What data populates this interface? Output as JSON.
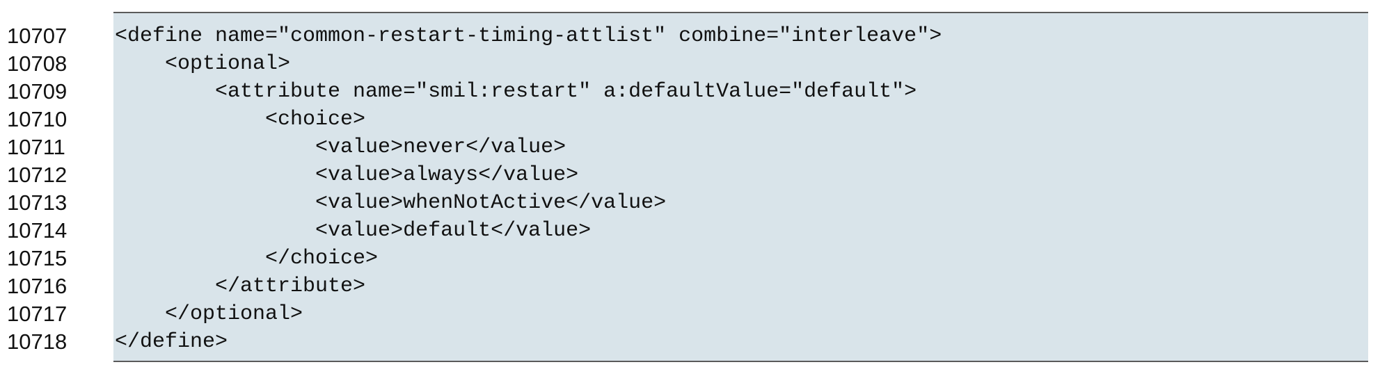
{
  "document": {
    "line_numbers": [
      "10707",
      "10708",
      "10709",
      "10710",
      "10711",
      "10712",
      "10713",
      "10714",
      "10715",
      "10716",
      "10717",
      "10718"
    ],
    "code_lines": [
      "<define name=\"common-restart-timing-attlist\" combine=\"interleave\">",
      "    <optional>",
      "        <attribute name=\"smil:restart\" a:defaultValue=\"default\">",
      "            <choice>",
      "                <value>never</value>",
      "                <value>always</value>",
      "                <value>whenNotActive</value>",
      "                <value>default</value>",
      "            </choice>",
      "        </attribute>",
      "    </optional>",
      "</define>"
    ],
    "colors": {
      "code_background": "#d9e4ea",
      "rule": "#5a5a5a",
      "text": "#111111"
    }
  }
}
